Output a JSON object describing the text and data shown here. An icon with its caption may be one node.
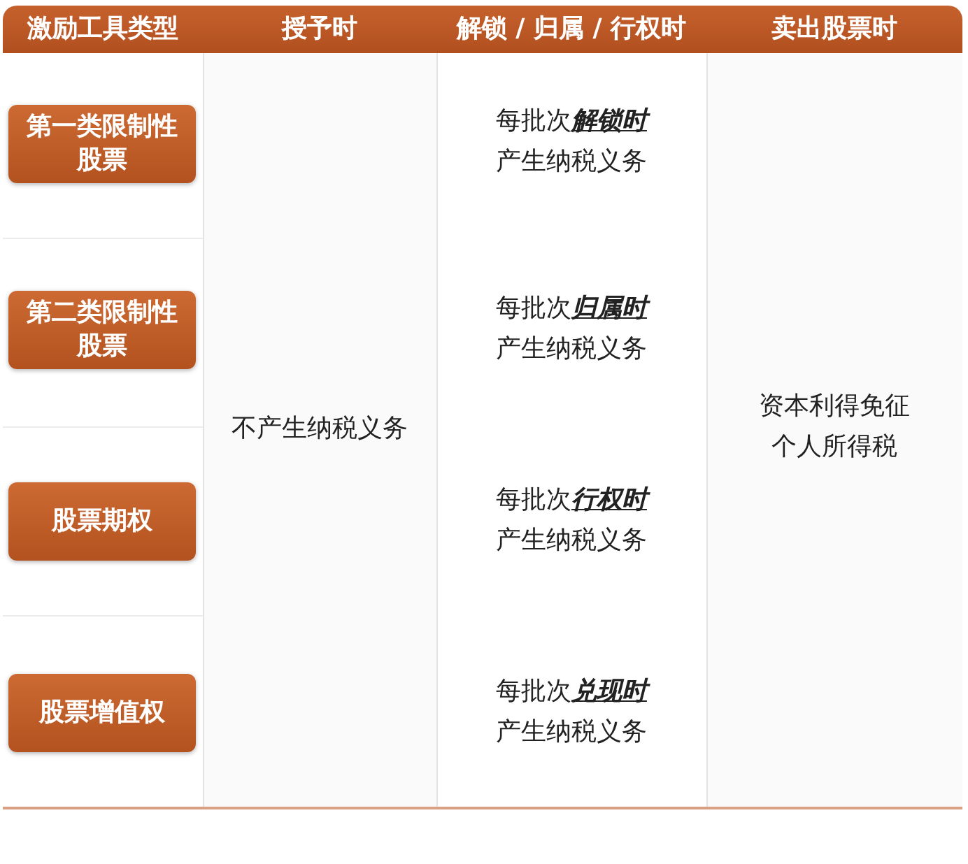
{
  "diagram": {
    "nodes": [
      {
        "text": [
          "第一类限制性股票"
        ]
      },
      {
        "text": [
          "第二类限制性股票"
        ]
      },
      {
        "text": [
          "股票期权"
        ]
      },
      {
        "text": [
          "股票增值权"
        ]
      }
    ],
    "labels": [
      "激励工具类型",
      "授予时",
      "解锁 / 归属 / 行权时",
      "卖出股票时",
      "每批次**解锁时**产生纳税义务",
      "每批次**归属时**产生纳税义务",
      "不产生纳税义务",
      "资本利得免征个人所得税",
      "每批次**行权时**产生纳税义务",
      "每批次**兑现时**产生纳税义务"
    ]
  }
}
